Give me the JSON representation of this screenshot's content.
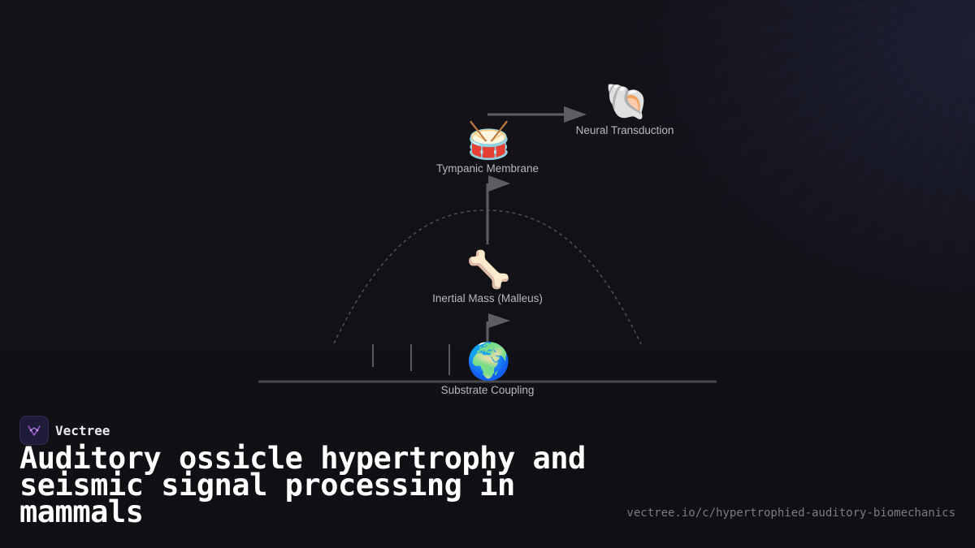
{
  "diagram": {
    "nodes": [
      {
        "id": "neural",
        "icon": "spiral-shell-icon",
        "glyph": "🐚",
        "label": "Neural Transduction"
      },
      {
        "id": "tympanic",
        "icon": "drum-icon",
        "glyph": "🥁",
        "label": "Tympanic Membrane"
      },
      {
        "id": "malleus",
        "icon": "bone-icon",
        "glyph": "🦴",
        "label": "Inertial Mass (Malleus)"
      },
      {
        "id": "substrate",
        "icon": "globe-icon",
        "glyph": "🌍",
        "label": "Substrate Coupling"
      }
    ],
    "colors": {
      "arrow": "#5e5e62",
      "ground": "#4a4a4e",
      "curve": "#4c4c52",
      "label": "#b8b8be"
    }
  },
  "brand": {
    "name": "Vectree",
    "logo_icon": "vectree-logo-icon",
    "accent": "#9b59d0"
  },
  "title": "Auditory ossicle hypertrophy and seismic signal processing in mammals",
  "url": "vectree.io/c/hypertrophied-auditory-biomechanics"
}
